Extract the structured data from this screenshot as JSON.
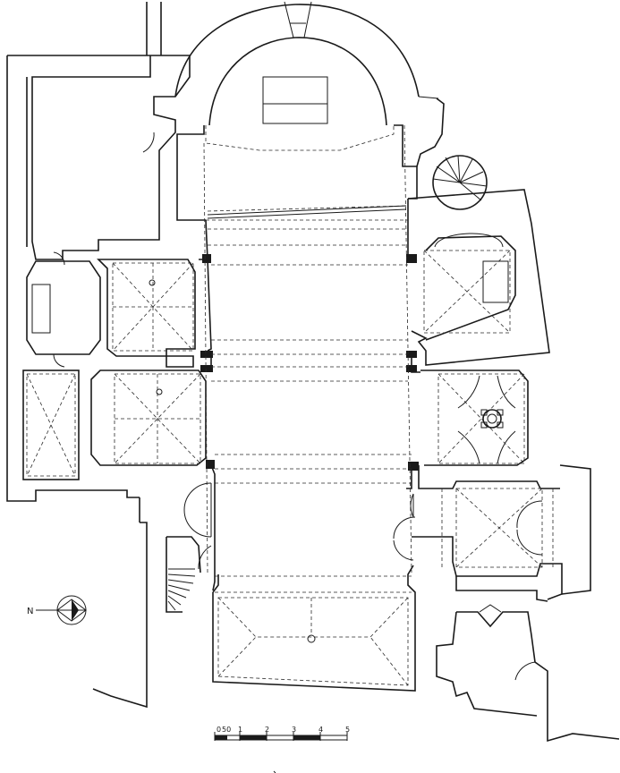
{
  "north_label": "N",
  "scale": {
    "first_label": "0",
    "ticks": [
      "50",
      "1",
      "2",
      "3",
      "4",
      "5"
    ]
  }
}
